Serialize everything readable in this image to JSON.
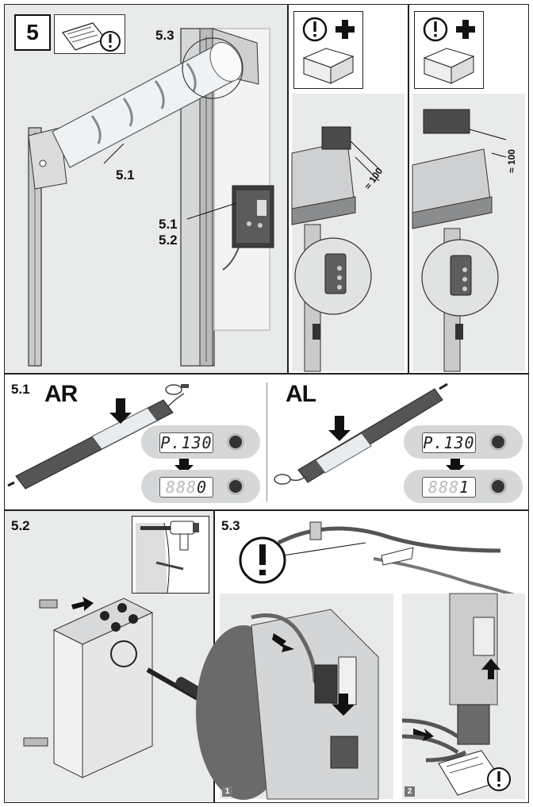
{
  "step": {
    "number": "5"
  },
  "labels": {
    "top_5_3": "5.3",
    "roller_5_1": "5.1",
    "box_5_1": "5.1",
    "box_5_2": "5.2",
    "sec_5_1": "5.1",
    "sec_5_2": "5.2",
    "sec_5_3": "5.3"
  },
  "mounting": {
    "distance_left": "≈ 100",
    "distance_right": "≈ 100"
  },
  "direction": {
    "left_title": "AR",
    "right_title": "AL",
    "display_program": "P.130",
    "left_result_dim": "888",
    "left_result": "0",
    "right_result_dim": "888",
    "right_result": "1"
  },
  "sub_badges": {
    "first": "1",
    "second": "2"
  },
  "icons": [
    "info-exclamation-icon",
    "exclamation-plus-icon",
    "exclamation-icon",
    "drill-icon",
    "screwdriver-icon",
    "arrow-down-icon",
    "arrow-right-icon",
    "arrow-up-icon"
  ],
  "colors": {
    "frame": "#222222",
    "panel_grey": "#e9eaea",
    "display_grey": "#d6d7d8"
  }
}
